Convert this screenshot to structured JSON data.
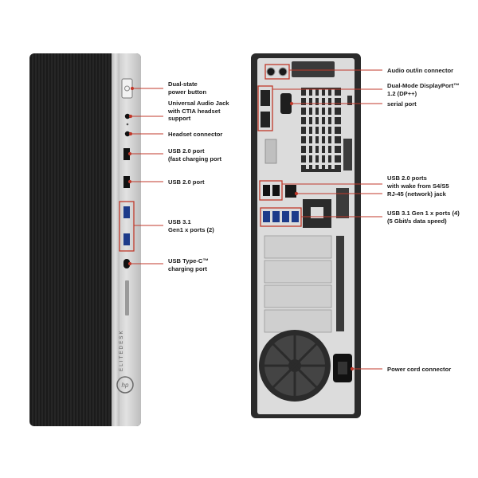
{
  "front": {
    "brand_text": "ELITEDESK",
    "logo_text": "hp"
  },
  "front_callouts": [
    {
      "key": "power",
      "text": "Dual-state\npower button"
    },
    {
      "key": "audio",
      "text": "Universal Audio Jack\nwith CTIA headset\nsupport"
    },
    {
      "key": "headset",
      "text": "Headset connector"
    },
    {
      "key": "usb2fast",
      "text": "USB 2.0 port\n(fast charging port"
    },
    {
      "key": "usb2",
      "text": "USB 2.0 port"
    },
    {
      "key": "usb31",
      "text": "USB 3.1\nGen1 x ports (2)"
    },
    {
      "key": "usbc",
      "text": "USB Type-C™\ncharging port"
    }
  ],
  "rear_callouts": [
    {
      "key": "audio_io",
      "text": "Audio out/in connector"
    },
    {
      "key": "dp",
      "text": "Dual-Mode DisplayPort™\n1.2 (DP++)"
    },
    {
      "key": "serial",
      "text": "serial port"
    },
    {
      "key": "usb2_wake",
      "text": "USB 2.0 ports\nwith wake from S4/S5"
    },
    {
      "key": "rj45",
      "text": "RJ-45 (network) jack"
    },
    {
      "key": "usb31_rear",
      "text": "USB 3.1 Gen 1 x ports (4)\n(5 Gbit/s data speed)"
    },
    {
      "key": "power_cord",
      "text": "Power cord connector"
    }
  ],
  "colors": {
    "highlight": "#c0392b",
    "front_bezel": "#1c1c1c",
    "front_silver": "#c9c9c9",
    "rear_chassis": "#2a2a2a",
    "rear_panel": "#e3e3e3"
  }
}
